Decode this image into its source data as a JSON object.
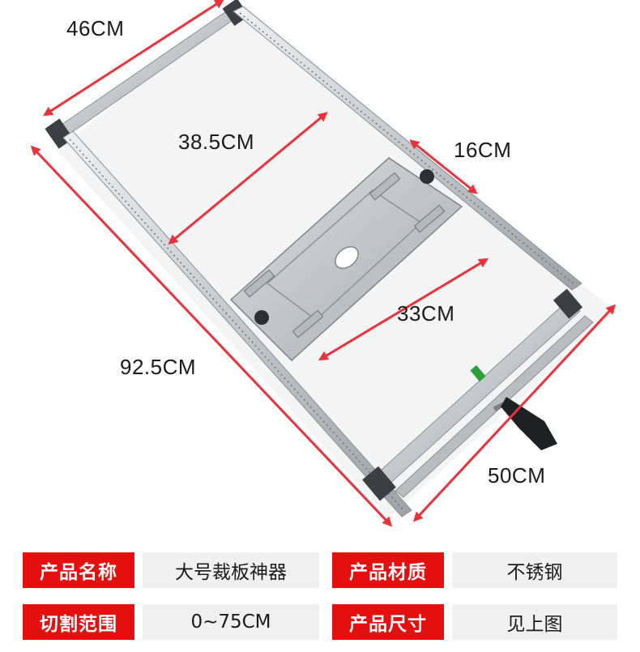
{
  "dimensions": {
    "top_width": "46CM",
    "inner_width": "38.5CM",
    "base_width": "16CM",
    "total_length": "92.5CM",
    "base_offset": "33CM",
    "bottom_width": "50CM"
  },
  "specs": {
    "row1": {
      "k1": "产品名称",
      "v1": "大号裁板神器",
      "k2": "产品材质",
      "v2": "不锈钢"
    },
    "row2": {
      "k1": "切割范围",
      "v1": "0~75CM",
      "k2": "产品尺寸",
      "v2": "见上图"
    }
  },
  "colors": {
    "arrow": "#e8323c",
    "label_bg": "#e60f10",
    "value_bg": "#f0f0f0",
    "metal": "#c9cdd2"
  }
}
